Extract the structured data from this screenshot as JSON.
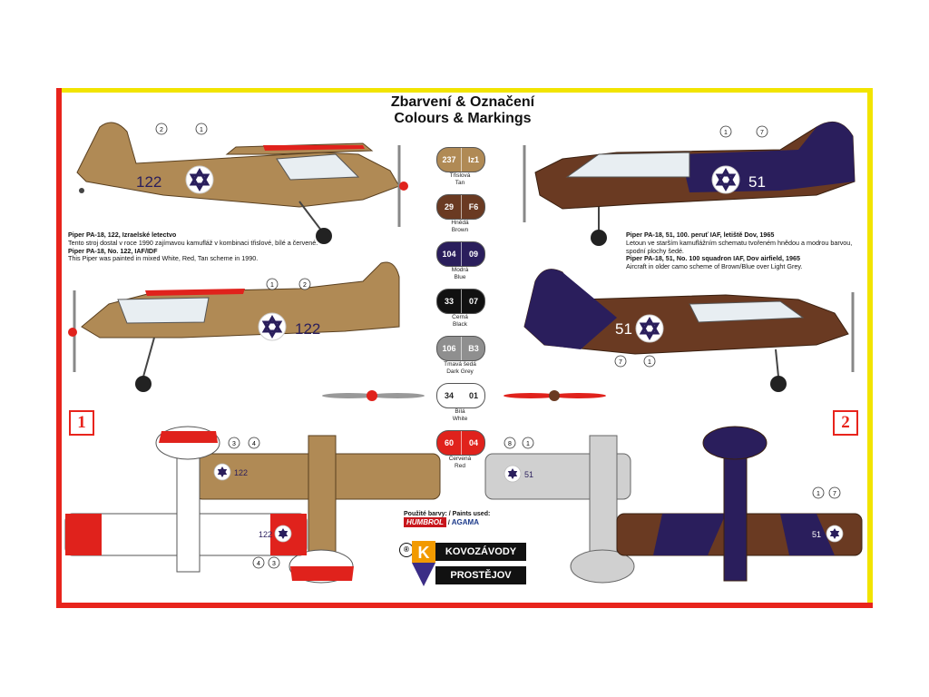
{
  "title_line1": "Zbarvení & Označení",
  "title_line2": "Colours & Markings",
  "scheme1": {
    "number": "1",
    "serial": "122",
    "cz_title": "Piper PA-18, 122, Izraelské letectvo",
    "cz_text": "Tento stroj dostal v roce 1990 zajímavou kamufláž v kombinaci třislové, bílé a červené.",
    "en_title": "Piper PA-18, No. 122, IAF/IDF",
    "en_text": "This Piper was painted in mixed White, Red, Tan scheme in 1990."
  },
  "scheme2": {
    "number": "2",
    "serial": "51",
    "cz_title": "Piper PA-18, 51, 100. peruť IAF, letiště Dov, 1965",
    "cz_text": "Letoun ve starším kamuflážním schematu tvořeném hnědou a modrou barvou, spodní plochy šedé.",
    "en_title": "Piper PA-18, 51, No. 100 squadron IAF, Dov airfield, 1965",
    "en_text": "Aircraft in older camo scheme of Brown/Blue over Light Grey."
  },
  "callouts": {
    "c1": "1",
    "c2": "2",
    "c3": "3",
    "c4": "4",
    "c7": "7",
    "c8": "8"
  },
  "swatches": [
    {
      "left": "237",
      "right": "Iz1",
      "cz": "Třislová",
      "en": "Tan",
      "color": "#b08a55",
      "text": "#fff"
    },
    {
      "left": "29",
      "right": "F6",
      "cz": "Hnědá",
      "en": "Brown",
      "color": "#6a3a22",
      "text": "#fff"
    },
    {
      "left": "104",
      "right": "09",
      "cz": "Modrá",
      "en": "Blue",
      "color": "#2a1e5c",
      "text": "#fff"
    },
    {
      "left": "33",
      "right": "07",
      "cz": "Černá",
      "en": "Black",
      "color": "#111111",
      "text": "#fff"
    },
    {
      "left": "106",
      "right": "B3",
      "cz": "Tmavá šedá",
      "en": "Dark Grey",
      "color": "#8f8f8f",
      "text": "#fff"
    },
    {
      "left": "34",
      "right": "01",
      "cz": "Bílá",
      "en": "White",
      "color": "#ffffff",
      "text": "#222"
    },
    {
      "left": "60",
      "right": "04",
      "cz": "Červená",
      "en": "Red",
      "color": "#e0221c",
      "text": "#fff"
    }
  ],
  "paints_label": "Použité barvy: / Paints used:",
  "paint_brand1": "HUMBROL",
  "paint_separator": "/",
  "paint_brand2": "AGAMA",
  "logo": {
    "reg": "®",
    "line1": "KOVOZÁVODY",
    "line2": "PROSTĚJOV"
  },
  "colors": {
    "tan": "#b08a55",
    "brown": "#6a3a22",
    "blue": "#2a1e5c",
    "grey": "#c4c4c4",
    "red": "#e0221c",
    "frame": "#e8241c",
    "yellow": "#f2e400"
  }
}
